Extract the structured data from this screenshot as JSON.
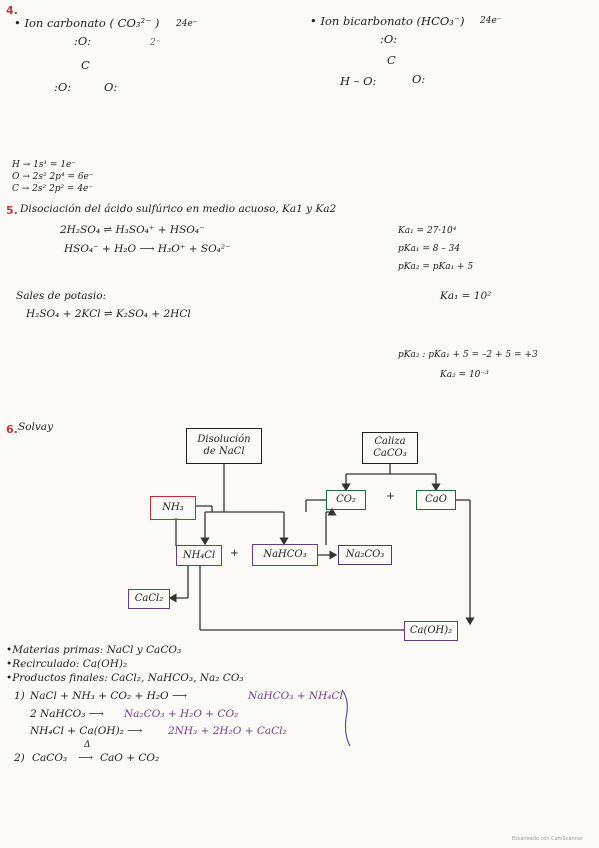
{
  "section4": {
    "number": "4.",
    "carbonate_title": "• Ion carbonato  ( CO₃²⁻ )",
    "carbonate_electrons": "24e⁻",
    "carbonate_charge": "2⁻",
    "carbonate_struct": {
      "top": ":O:",
      "mid": "C",
      "left": ":O:",
      "right": "O:"
    },
    "bicarbonate_title": "• Ion bicarbonato  (HCO₃⁻)",
    "bicarbonate_electrons": "24e⁻",
    "bicarbonate_struct": {
      "top": ":O:",
      "mid": "C",
      "left": "H – O:",
      "right": "O:"
    },
    "electrons": [
      "H  →  1s¹  = 1e⁻",
      "O  →  2s² 2p⁴  =  6e⁻",
      "C  →  2s² 2p²  =  4e⁻"
    ]
  },
  "section5": {
    "number": "5.",
    "title": "Disociación del ácido sulfúrico en medio acuoso,  Ka1 y Ka2",
    "eq1": "2H₂SO₄   ⇌   H₃SO₄⁺  +  HSO₄⁻",
    "eq2": "HSO₄⁻  + H₂O  ⟶  H₃O⁺   + SO₄²⁻",
    "ka_lines": [
      "Ka₁ = 27·10⁴",
      "pKa₁ = 8 – 34",
      "pKa₂ = pKa₁ + 5"
    ],
    "salts_title": "Sales de potasio:",
    "salts_eq": "H₂SO₄   +  2KCl  ⇌   K₂SO₄   +  2HCl",
    "ka1b": "Ka₁ = 10²",
    "pka2_line": "pKa₂ : pKa₁ + 5 = –2 + 5 = +3",
    "ka2_line": "Ka₂ = 10⁻³"
  },
  "section6": {
    "number": "6.",
    "title": "Solvay",
    "boxes": {
      "nacl": [
        "Disolución",
        "de NaCl"
      ],
      "caliza": [
        "Caliza",
        "CaCO₃"
      ],
      "nh3": "NH₃",
      "co2": "CO₂",
      "cao": "CaO",
      "nh4cl": "NH₄Cl",
      "nahco3": "NaHCO₃",
      "na2co3": "Na₂CO₃",
      "cacl2": "CaCl₂",
      "caoh2": "Ca(OH)₂"
    },
    "plus": "+",
    "bullets": [
      "•Materias primas:  NaCl   y  CaCO₃",
      "•Recirculado:  Ca(OH)₂",
      "•Productos finales:  CaCl₂,  NaHCO₃,  Na₂ CO₃"
    ],
    "r1_label": "1)",
    "r1_lines": [
      {
        "lhs": "NaCl  +  NH₃  +  CO₂  +  H₂O   ⟶",
        "rhs": "NaHCO₃ + NH₄Cl"
      },
      {
        "lhs": "2 NaHCO₃  ⟶",
        "rhs": "Na₂CO₃  +  H₂O  +  CO₂"
      },
      {
        "lhs": "NH₄Cl  + Ca(OH)₂  ⟶",
        "rhs": "2NH₃  +  2H₂O  + CaCl₂"
      }
    ],
    "r2_label": "2)",
    "r2_lhs": "CaCO₃",
    "r2_delta": "Δ",
    "r2_rhs": "CaO  + CO₂"
  },
  "footer": "Escaneado con CamScanner"
}
